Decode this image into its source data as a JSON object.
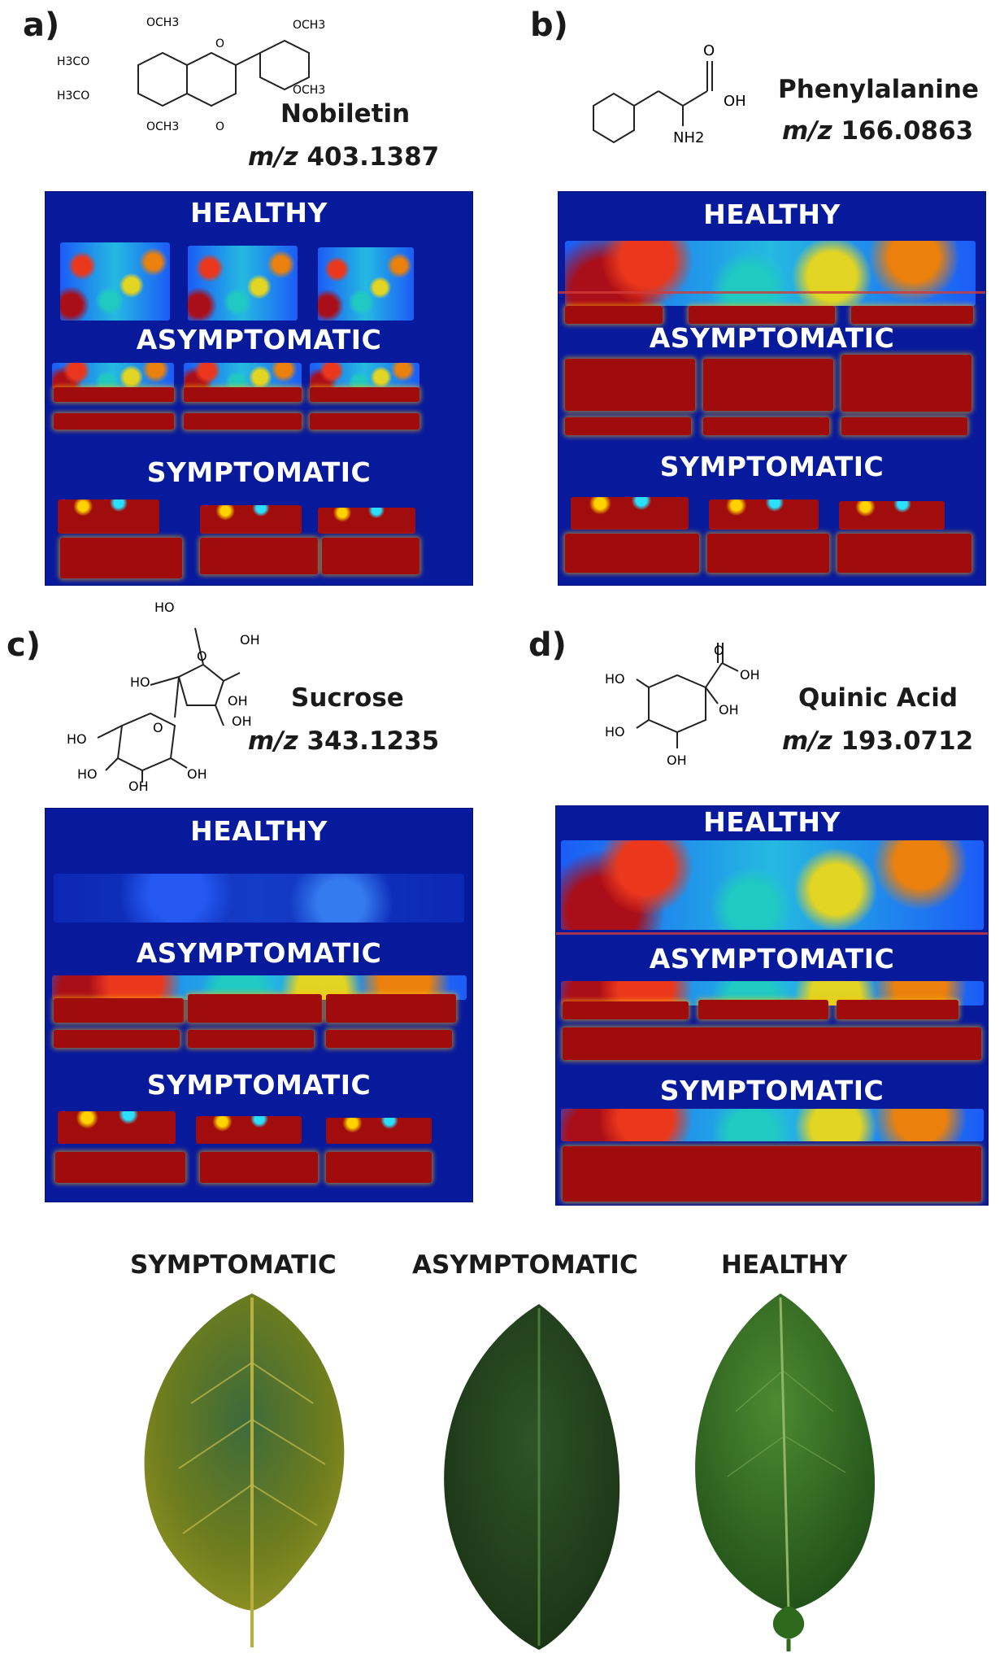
{
  "panels": [
    {
      "letter": "a)",
      "name": "Nobiletin",
      "mz_prefix": "m/z",
      "mz_value": "403.1387",
      "structure_labels": {
        "a1": "OCH3",
        "a2": "OCH3",
        "a3": "H3CO",
        "a4": "H3CO",
        "a5": "OCH3",
        "a6": "OCH3",
        "a7": "O",
        "a8": "O"
      }
    },
    {
      "letter": "b)",
      "name": "Phenylalanine",
      "mz_prefix": "m/z",
      "mz_value": "166.0863",
      "structure_labels": {
        "b1": "O",
        "b2": "OH",
        "b3": "NH2"
      }
    },
    {
      "letter": "c)",
      "name": "Sucrose",
      "mz_prefix": "m/z",
      "mz_value": "343.1235",
      "structure_labels": {
        "c1": "HO",
        "c2": "OH",
        "c3": "HO",
        "c4": "OH",
        "c5": "O",
        "c6": "HO",
        "c7": "O",
        "c8": "HO",
        "c9": "OH",
        "c10": "OH",
        "c11": "OH"
      }
    },
    {
      "letter": "d)",
      "name": "Quinic Acid",
      "mz_prefix": "m/z",
      "mz_value": "193.0712",
      "structure_labels": {
        "d1": "O",
        "d2": "OH",
        "d3": "HO",
        "d4": "OH",
        "d5": "HO",
        "d6": "OH"
      }
    }
  ],
  "msi_labels": {
    "healthy": "HEALTHY",
    "asymptomatic": "ASYMPTOMATIC",
    "symptomatic": "SYMPTOMATIC"
  },
  "leaves": [
    {
      "label": "SYMPTOMATIC",
      "color": "#6f7b1e"
    },
    {
      "label": "ASYMPTOMATIC",
      "color": "#20411a"
    },
    {
      "label": "HEALTHY",
      "color": "#2f6a1c"
    }
  ],
  "colors": {
    "msi_background": "#081a9c",
    "high_intensity": "#a00c0c",
    "medium_intensity": "#f5e51a",
    "low_intensity": "#23d8c6"
  }
}
